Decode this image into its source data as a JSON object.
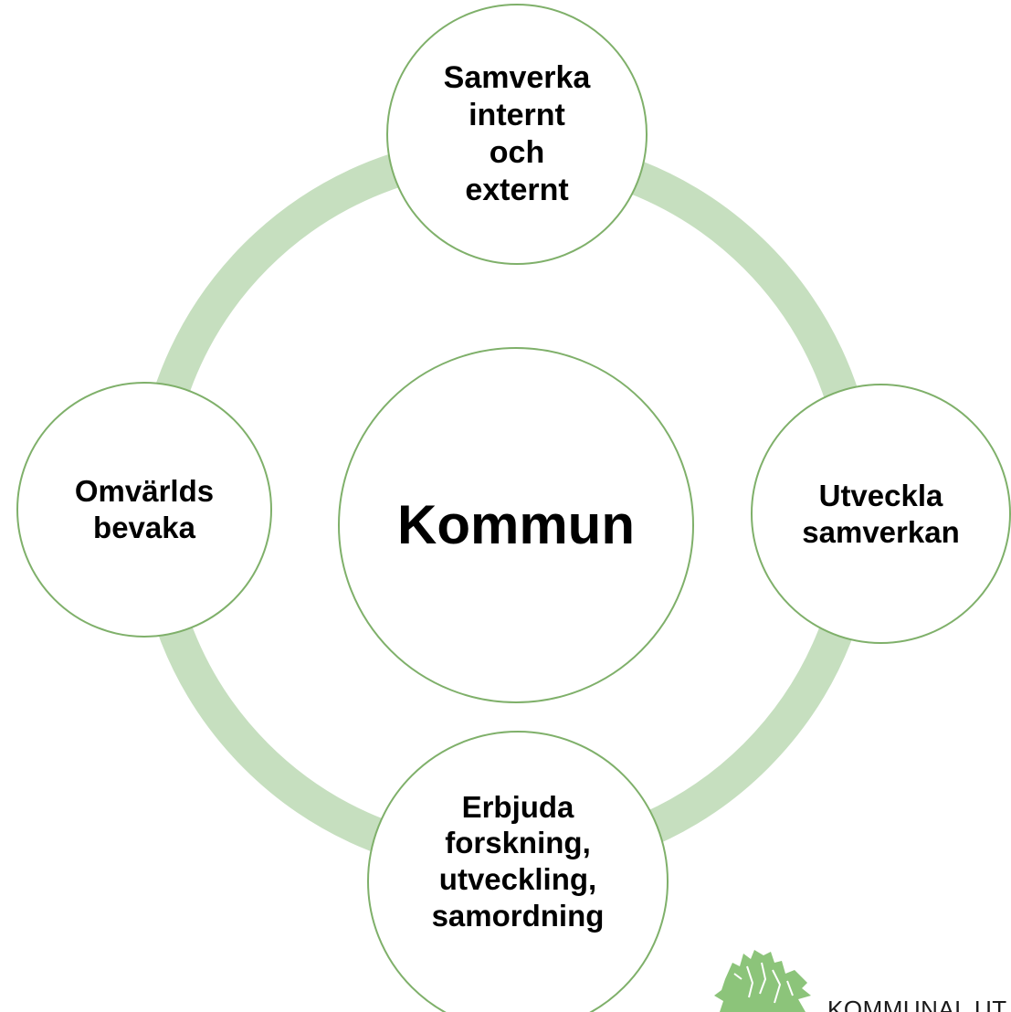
{
  "diagram": {
    "center": {
      "label": "Kommun"
    },
    "nodes": {
      "top": {
        "label": "Samverka\ninternt\noch\nexternt"
      },
      "right": {
        "label": "Utveckla\nsamverkan"
      },
      "bottom": {
        "label": "Erbjuda\nforskning,\nutveckling,\nsamordning"
      },
      "left": {
        "label": "Omvärlds\nbevaka"
      }
    },
    "colors": {
      "ring": "#c6dfbf",
      "node_border": "#7fb06a",
      "logo_green": "#8cc47a"
    }
  },
  "logo": {
    "icon": "map-landscape-icon",
    "text": "KOMMUNAL UT"
  }
}
